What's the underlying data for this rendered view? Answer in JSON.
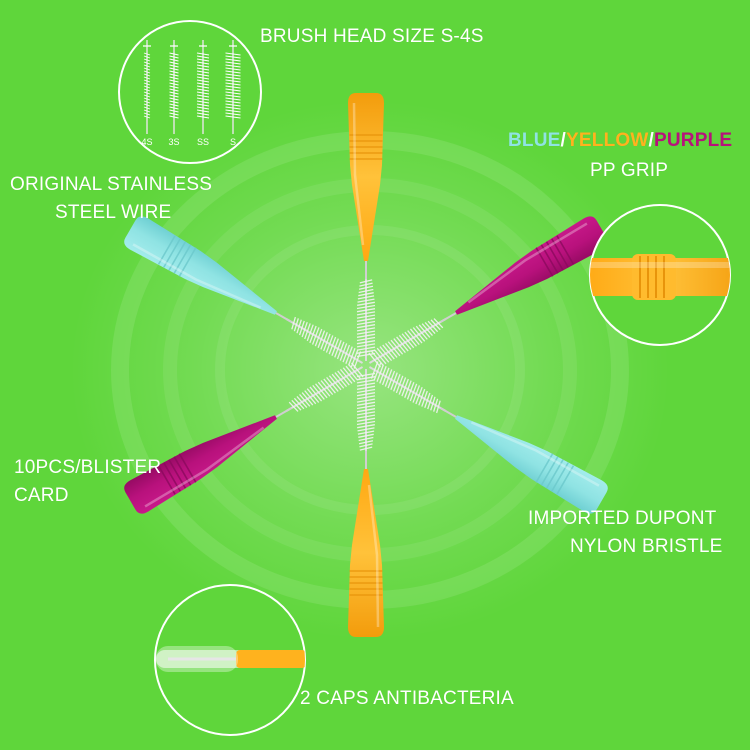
{
  "labels": {
    "brush_head": "BRUSH HEAD SIZE S-4S",
    "grip_blue": "BLUE",
    "grip_sep1": "/",
    "grip_yellow": "YELLOW",
    "grip_sep2": "/",
    "grip_purple": "PURPLE",
    "pp_grip": "PP GRIP",
    "wire_line1": "ORIGINAL STAINLESS",
    "wire_line2": "STEEL WIRE",
    "blister_line1": "10PCS/BLISTER",
    "blister_line2": "CARD",
    "nylon_line1": "IMPORTED DUPONT",
    "nylon_line2": "NYLON BRISTLE",
    "caps": "2 CAPS ANTIBACTERIA"
  },
  "inset_sizes": [
    "4S",
    "3S",
    "SS",
    "S"
  ],
  "colors": {
    "background": "#5fd63b",
    "blue": "#8fe3e3",
    "yellow": "#ffb21e",
    "purple": "#b8117c",
    "white": "#ffffff"
  }
}
